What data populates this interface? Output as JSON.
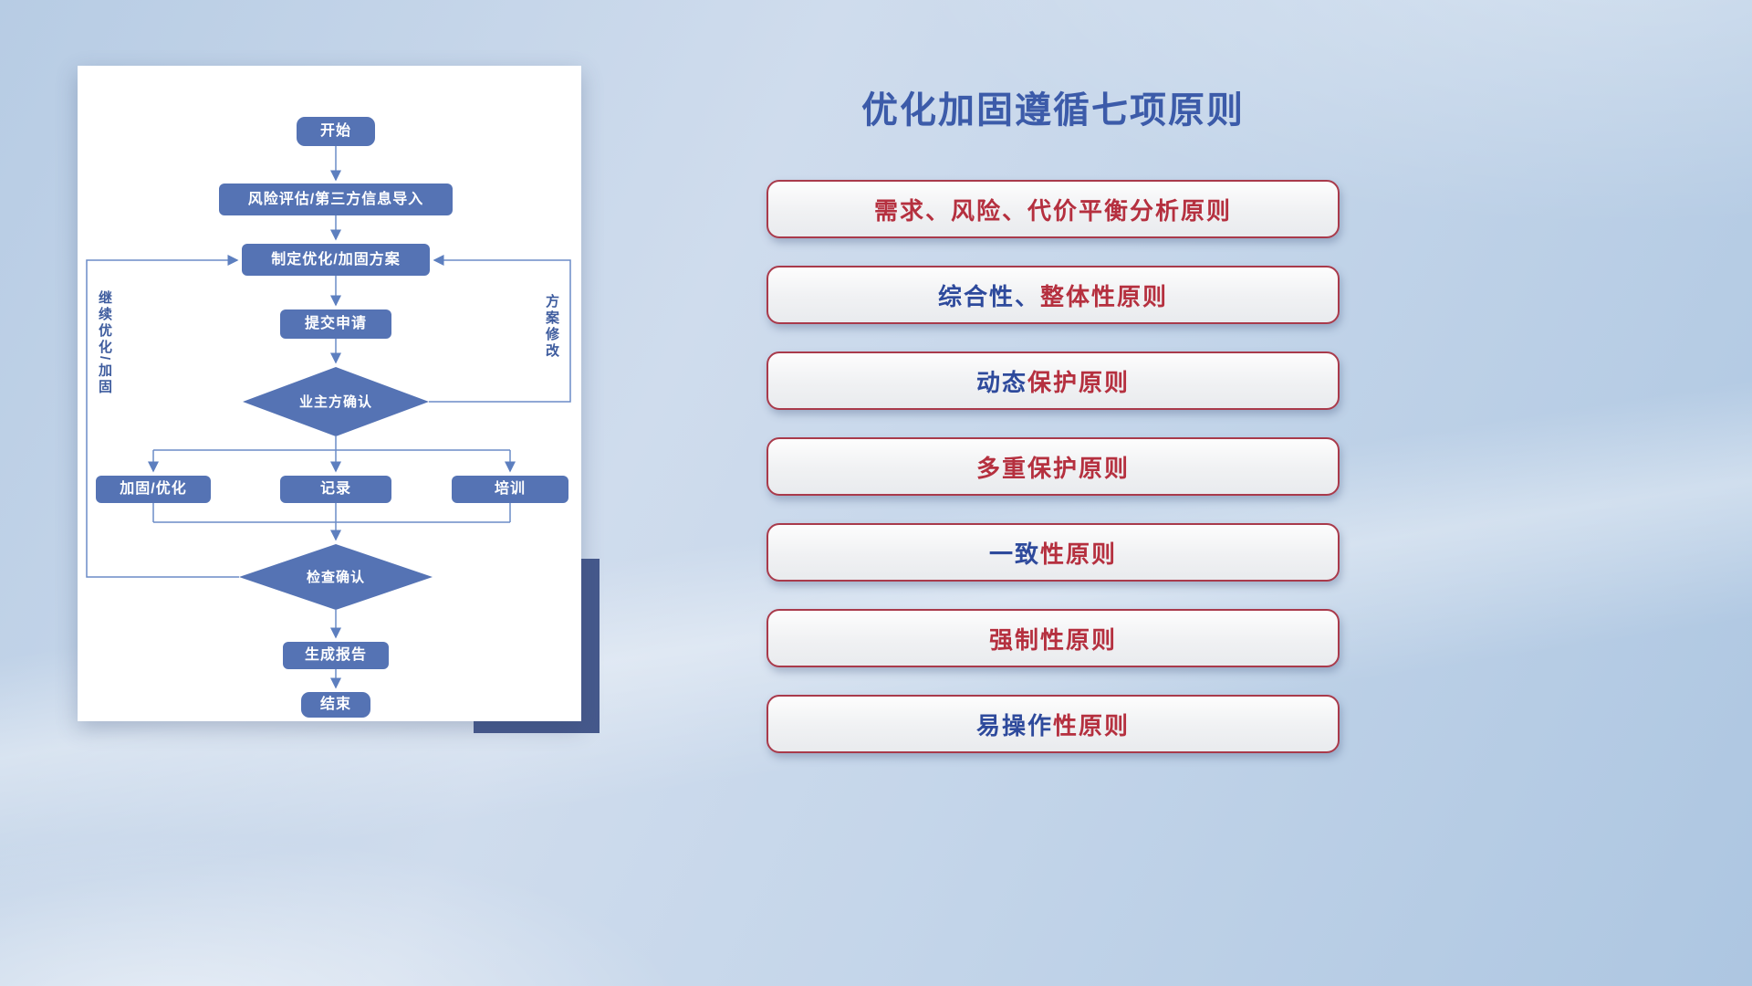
{
  "flowchart": {
    "nodes": {
      "start": "开始",
      "risk_import": "风险评估/第三方信息导入",
      "make_plan": "制定优化/加固方案",
      "submit": "提交申请",
      "owner_confirm": "业主方确认",
      "reinforce": "加固/优化",
      "record": "记录",
      "training": "培训",
      "check_confirm": "检查确认",
      "report": "生成报告",
      "end": "结束"
    },
    "edge_labels": {
      "continue_optimize": "继续优化/加固",
      "plan_revision": "方案修改"
    }
  },
  "principles": {
    "title": "优化加固遵循七项原则",
    "items": [
      {
        "segments": [
          {
            "text": "需求、风险、代价平衡分析原则",
            "color": "red"
          }
        ]
      },
      {
        "segments": [
          {
            "text": "综合性、",
            "color": "blue"
          },
          {
            "text": "整体性原则",
            "color": "red"
          }
        ]
      },
      {
        "segments": [
          {
            "text": "动态",
            "color": "blue"
          },
          {
            "text": "保护原则",
            "color": "red"
          }
        ]
      },
      {
        "segments": [
          {
            "text": "多重保护原则",
            "color": "red"
          }
        ]
      },
      {
        "segments": [
          {
            "text": "一致",
            "color": "blue"
          },
          {
            "text": "性原则",
            "color": "red"
          }
        ]
      },
      {
        "segments": [
          {
            "text": "强制性原则",
            "color": "red"
          }
        ]
      },
      {
        "segments": [
          {
            "text": "易操作",
            "color": "blue"
          },
          {
            "text": "性原则",
            "color": "red"
          }
        ]
      }
    ]
  },
  "colors": {
    "title_blue": "#3c5ba9",
    "node_blue": "#5573b4",
    "connector_blue": "#6b8cc7",
    "pill_border_red": "#a93a4b",
    "text_red": "#b5303f",
    "text_blue": "#2e4a9c"
  }
}
